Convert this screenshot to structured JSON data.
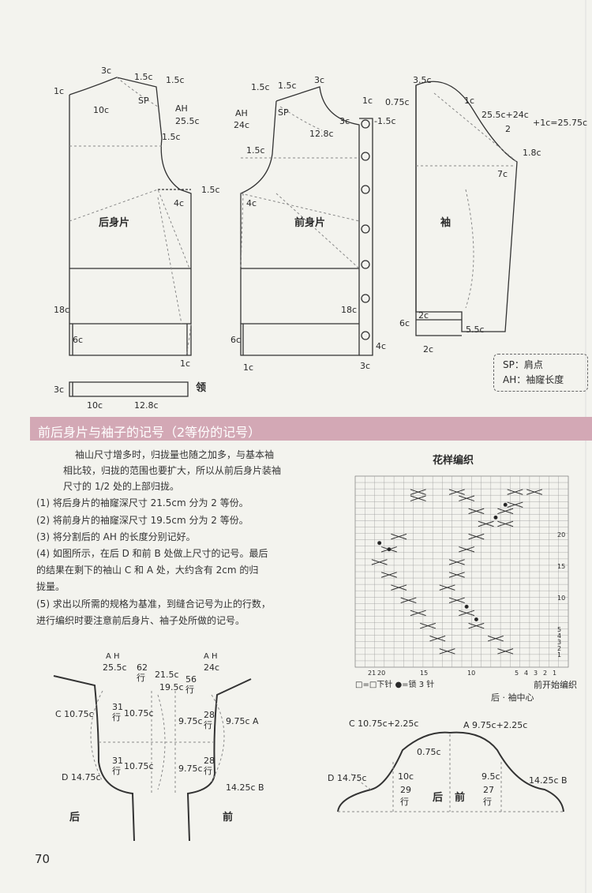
{
  "labels": {
    "back_1c": "1c",
    "back_3c": "3c",
    "back_15c_a": "1.5c",
    "back_15c_b": "1.5c",
    "back_sp": "SP",
    "back_10c": "10c",
    "back_ah": "AH",
    "back_255c": "25.5c",
    "back_15c_c": "1.5c",
    "back_15c_d": "1.5c",
    "back_4c": "4c",
    "back_title": "后身片",
    "back_18c": "18c",
    "back_6c": "6c",
    "back_1c_b": "1c",
    "front_15c_a": "1.5c",
    "front_15c_b": "1.5c",
    "front_3c": "3c",
    "front_1c": "1c",
    "front_ah": "AH",
    "front_24c": "24c",
    "front_sp": "SP",
    "front_3c_b": "3c",
    "front_m15c": "-1.5c",
    "front_128c": "12.8c",
    "front_15c_c": "1.5c",
    "front_4c": "4c",
    "front_title": "前身片",
    "front_18c": "18c",
    "front_6c": "6c",
    "front_4c_b": "4c",
    "front_1c_b": "1c",
    "front_3c_c": "3c",
    "sleeve_35c": "3.5c",
    "sleeve_075c": "0.75c",
    "sleeve_1c": "1c",
    "sleeve_formula_top": "25.5c+24c",
    "sleeve_formula_bottom": "2",
    "sleeve_formula_right": "+1c=25.75c",
    "sleeve_18c": "1.8c",
    "sleeve_7c": "7c",
    "sleeve_title": "袖",
    "sleeve_2c_a": "2c",
    "sleeve_6c": "6c",
    "sleeve_55c": "5.5c",
    "sleeve_2c_b": "2c",
    "legend_sp": "SP：肩点",
    "legend_ah": "AH：袖窿长度",
    "collar_3c": "3c",
    "collar_10c": "10c",
    "collar_128c": "12.8c",
    "collar_title": "领"
  },
  "section_title": "前后身片与袖子的记号（2等份的记号）",
  "paragraphs": [
    "袖山尺寸增多时，归拢量也随之加多，与基本袖",
    "相比较，归拢的范围也要扩大，所以从前后身片装袖",
    "尺寸的 1/2 处的上部归拢。"
  ],
  "steps": [
    "(1) 将后身片的袖窿深尺寸 21.5cm 分为 2 等份。",
    "(2) 将前身片的袖窿深尺寸 19.5cm 分为 2 等份。",
    "(3) 将分割后的 AH 的长度分别记好。",
    "(4) 如图所示，在后 D 和前 B 处做上尺寸的记号。最后",
    "     的结果在剩下的袖山 C 和 A 处，大约含有 2cm 的归",
    "     拢量。",
    "(5) 求出以所需的规格为基准，到缝合记号为止的行数，",
    "     进行编织时要注意前后身片、袖子处所做的记号。"
  ],
  "chart": {
    "title": "花样编织",
    "row_numbers": [
      "20",
      "15",
      "10",
      "5",
      "4",
      "3",
      "2",
      "1"
    ],
    "col_numbers": [
      "21",
      "20",
      "15",
      "10",
      "5",
      "4",
      "3",
      "2",
      "1"
    ],
    "legend": "□=□下针 ●=锁 3 针",
    "note_start": "前开始编织",
    "note_center": "后 · 袖中心"
  },
  "armhole": {
    "ah_left": "A H",
    "ah_left_val": "25.5c",
    "rows_62": "62",
    "rows_62_unit": "行",
    "d215": "21.5c",
    "d195": "19.5c",
    "rows_56": "56",
    "rows_56_unit": "行",
    "ah_right": "A H",
    "ah_right_val": "24c",
    "c_label": "C 10.75c",
    "rows_31a": "31",
    "rows_31a_unit": "行",
    "v1075a": "10.75c",
    "v975a": "9.75c",
    "rows_28a": "28",
    "rows_28a_unit": "行",
    "a_label": "9.75c A",
    "d_label": "D 14.75c",
    "rows_31b": "31",
    "rows_31b_unit": "行",
    "v1075b": "10.75c",
    "v975b": "9.75c",
    "rows_28b": "28",
    "rows_28b_unit": "行",
    "b_label": "14.25c B",
    "back": "后",
    "front": "前"
  },
  "sleevecap": {
    "c_formula": "C  10.75c+2.25c",
    "a_formula": "A 9.75c+2.25c",
    "v075": "0.75c",
    "d_label": "D 14.75c",
    "v10c": "10c",
    "rows_29": "29",
    "rows_29_unit": "行",
    "back": "后",
    "front": "前",
    "v95c": "9.5c",
    "rows_27": "27",
    "rows_27_unit": "行",
    "b_label": "14.25c B"
  },
  "page_number": "70"
}
